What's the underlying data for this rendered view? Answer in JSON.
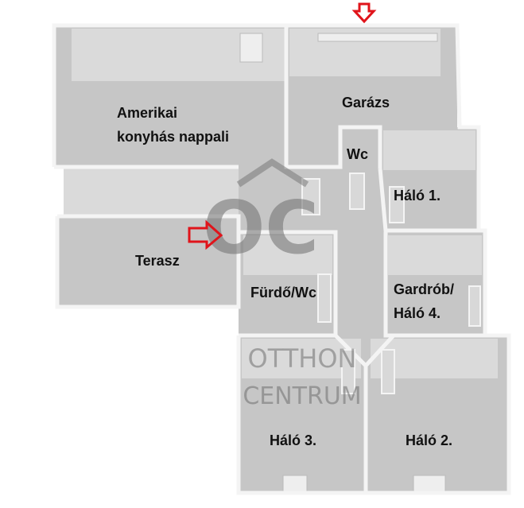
{
  "rooms": {
    "living_line1": "Amerikai",
    "living_line2": "konyhás nappali",
    "garage": "Garázs",
    "wc": "Wc",
    "bedroom1": "Háló 1.",
    "terrace": "Terasz",
    "bathroom": "Fürdő/Wc",
    "wardrobe_line1": "Gardrób/",
    "wardrobe_line2": "Háló 4.",
    "bedroom3": "Háló 3.",
    "bedroom2": "Háló 2."
  },
  "watermark": {
    "logo": "OC",
    "line1": "OTTHON",
    "line2": "CENTRUM"
  },
  "colors": {
    "floor": "#c6c6c6",
    "wall": "#f2f2f2",
    "arrow": "#e0141b"
  }
}
